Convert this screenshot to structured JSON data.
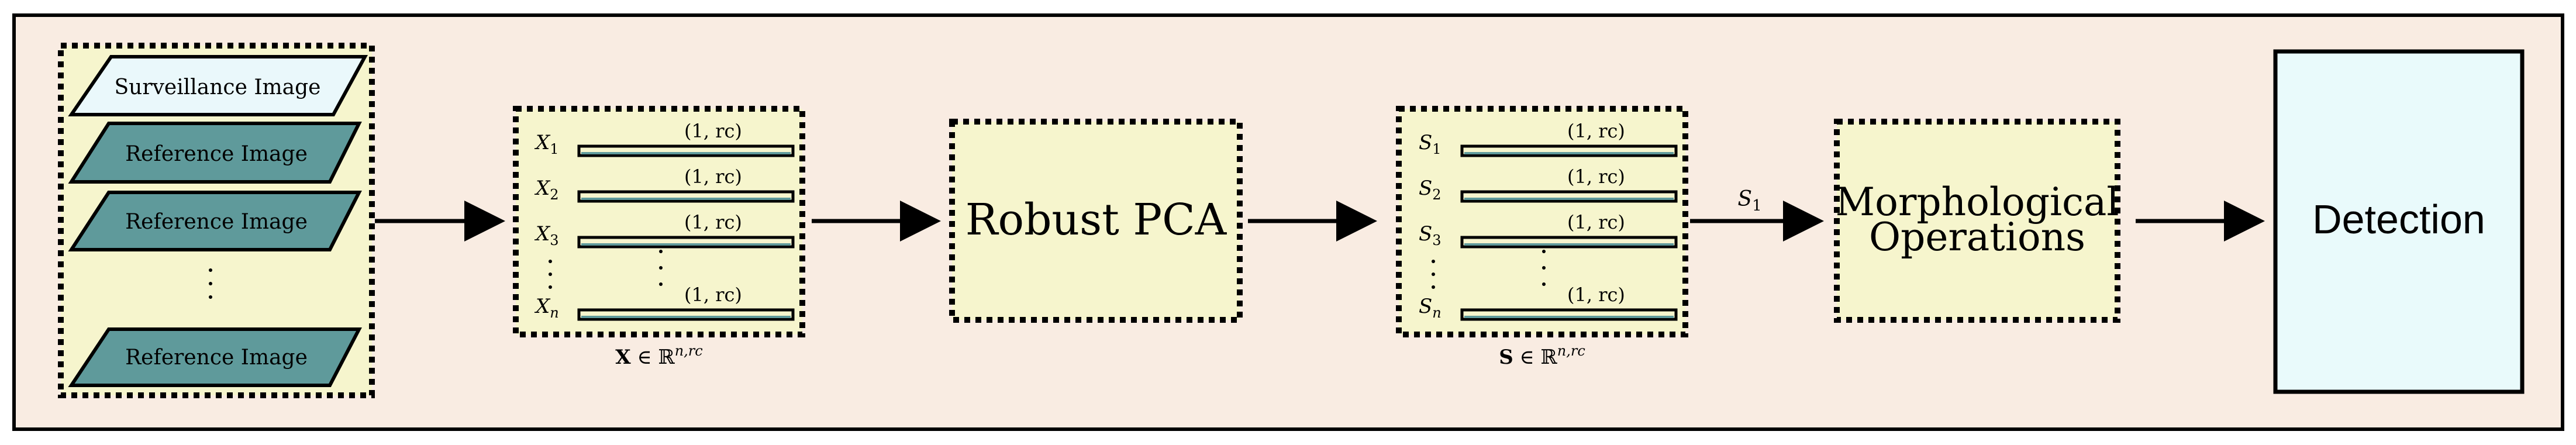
{
  "colors": {
    "frame_bg": "#f9ece2",
    "block_fill": "#f6f5cd",
    "surveillance_fill": "#eaf8fb",
    "reference_fill": "#5f9a9b",
    "detection_fill": "#e9fafb",
    "stroke": "#000000",
    "matrix_bar_fill": "#f6f5cd"
  },
  "inputs": {
    "surveillance_label": "Surveillance Image",
    "reference_labels": [
      "Reference Image",
      "Reference Image",
      "Reference Image"
    ],
    "vdots": "·\n·\n·"
  },
  "matrix_x": {
    "rows": [
      {
        "label": "X",
        "sub": "1",
        "dim": "(1, rc)"
      },
      {
        "label": "X",
        "sub": "2",
        "dim": "(1, rc)"
      },
      {
        "label": "X",
        "sub": "3",
        "dim": "(1, rc)"
      },
      {
        "label": "X",
        "sub": "n",
        "dim": "(1, rc)"
      }
    ],
    "caption_bold": "X",
    "caption_rest": " ∈ ℝ",
    "caption_sup": "n,rc"
  },
  "robust_pca": {
    "label": "Robust PCA"
  },
  "matrix_s": {
    "rows": [
      {
        "label": "S",
        "sub": "1",
        "dim": "(1, rc)"
      },
      {
        "label": "S",
        "sub": "2",
        "dim": "(1, rc)"
      },
      {
        "label": "S",
        "sub": "3",
        "dim": "(1, rc)"
      },
      {
        "label": "S",
        "sub": "n",
        "dim": "(1, rc)"
      }
    ],
    "caption_bold": "S",
    "caption_rest": " ∈ ℝ",
    "caption_sup": "n,rc"
  },
  "arrow_s1": {
    "label": "S",
    "sub": "1"
  },
  "morph": {
    "line1": "Morphological",
    "line2": "Operations"
  },
  "detection": {
    "label": "Detection"
  }
}
